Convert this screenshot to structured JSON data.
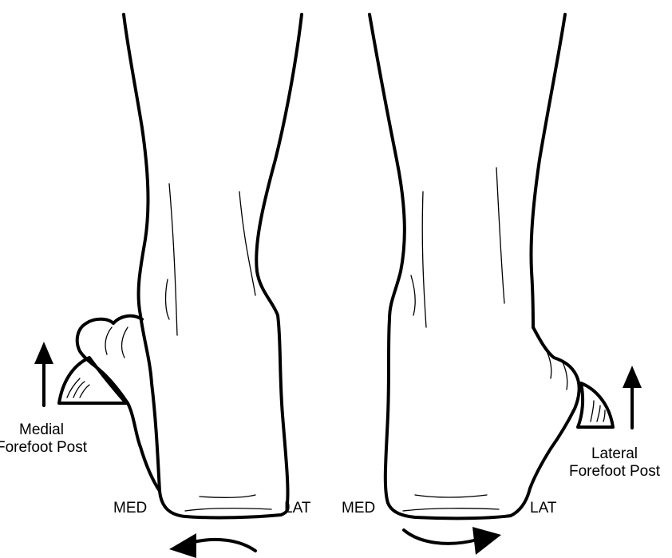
{
  "left_panel": {
    "post_label_line1": "Medial",
    "post_label_line2": "Forefoot Post",
    "side_med": "MED",
    "side_lat": "LAT"
  },
  "right_panel": {
    "post_label_line1": "Lateral",
    "post_label_line2": "Forefoot Post",
    "side_med": "MED",
    "side_lat": "LAT"
  }
}
